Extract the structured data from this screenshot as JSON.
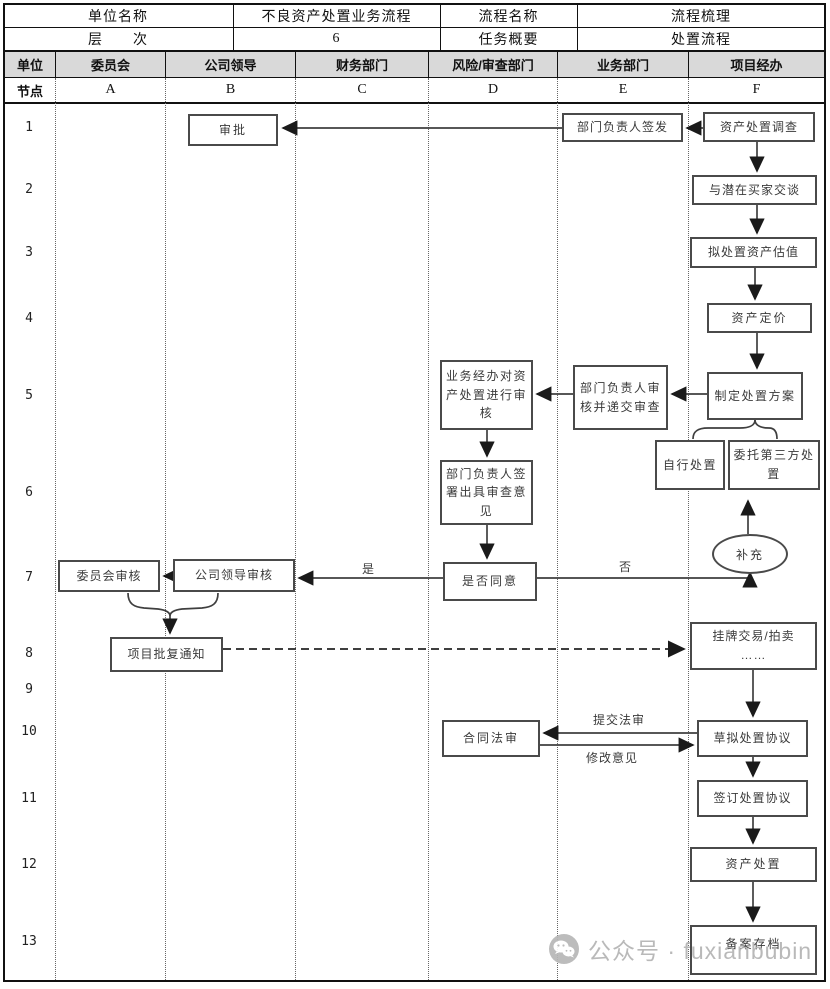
{
  "header": {
    "row1": {
      "c1": "单位名称",
      "c2": "不良资产处置业务流程",
      "c3": "流程名称",
      "c4": "流程梳理"
    },
    "row2": {
      "c1": "层　　次",
      "c2": "6",
      "c3": "任务概要",
      "c4": "处置流程"
    },
    "unit_label": "单位",
    "node_label": "节点",
    "lanes": [
      {
        "name": "委员会",
        "code": "A"
      },
      {
        "name": "公司领导",
        "code": "B"
      },
      {
        "name": "财务部门",
        "code": "C"
      },
      {
        "name": "风险/审查部门",
        "code": "D"
      },
      {
        "name": "业务部门",
        "code": "E"
      },
      {
        "name": "项目经办",
        "code": "F"
      }
    ]
  },
  "rows": [
    "1",
    "2",
    "3",
    "4",
    "5",
    "6",
    "7",
    "8",
    "9",
    "10",
    "11",
    "12",
    "13"
  ],
  "nodes": {
    "approve": {
      "label": "审批"
    },
    "dept_sign": {
      "label": "部门负责人签发"
    },
    "investigate": {
      "label": "资产处置调查"
    },
    "talk_buyers": {
      "label": "与潜在买家交谈"
    },
    "valuation": {
      "label": "拟处置资产估值"
    },
    "pricing": {
      "label": "资产定价"
    },
    "handler_review": {
      "label": "业务经办对资产处置进行审核"
    },
    "dept_review_submit": {
      "label": "部门负责人审核并递交审查"
    },
    "make_plan": {
      "label": "制定处置方案"
    },
    "self_disposal": {
      "label": "自行处置"
    },
    "third_party": {
      "label": "委托第三方处置"
    },
    "sign_opinion": {
      "label": "部门负责人签署出具审查意见"
    },
    "supplement": {
      "label": "补充"
    },
    "agree": {
      "label": "是否同意"
    },
    "committee_review": {
      "label": "委员会审核"
    },
    "leader_review": {
      "label": "公司领导审核"
    },
    "approval_notice": {
      "label": "项目批复通知"
    },
    "listing": {
      "label": "挂牌交易/拍卖",
      "label2": "……"
    },
    "contract_legal": {
      "label": "合同法审"
    },
    "draft_agreement": {
      "label": "草拟处置协议"
    },
    "sign_agreement": {
      "label": "签订处置协议"
    },
    "asset_disposal": {
      "label": "资产处置"
    },
    "filing": {
      "label": "备案存档"
    }
  },
  "edge_labels": {
    "yes": "是",
    "no": "否",
    "submit_legal": "提交法审",
    "revision": "修改意见"
  },
  "watermark": {
    "text": "公众号 · fuxianbubin"
  },
  "colors": {
    "lane_header_bg": "#d9d9d9",
    "border": "#4a4a4a",
    "text": "#3a3a3a",
    "watermark": "#b4b4b4"
  }
}
